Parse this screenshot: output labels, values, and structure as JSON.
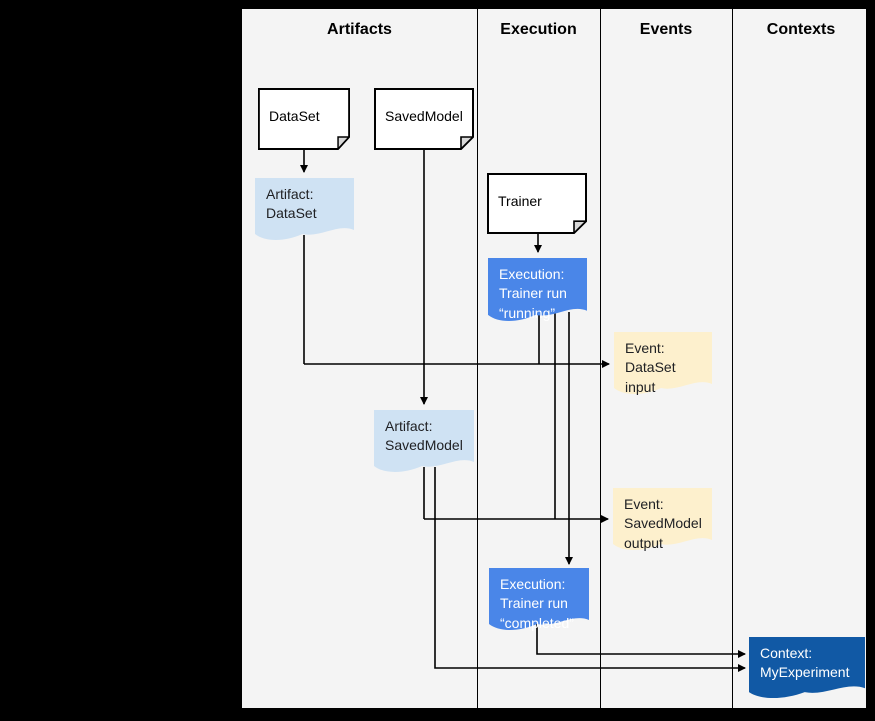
{
  "columns": [
    {
      "label": "Artifacts"
    },
    {
      "label": "Execution"
    },
    {
      "label": "Events"
    },
    {
      "label": "Contexts"
    }
  ],
  "nodes": {
    "dataset": {
      "label": "DataSet",
      "type": "document",
      "color": "#ffffff"
    },
    "savedmodel": {
      "label": "SavedModel",
      "type": "document",
      "color": "#ffffff"
    },
    "trainer": {
      "label": "Trainer",
      "type": "document",
      "color": "#ffffff"
    },
    "artifact_dataset": {
      "label": "Artifact:\nDataSet",
      "color": "#cfe2f3",
      "text_color": "#202124"
    },
    "execution_running": {
      "label": "Execution:\nTrainer run\n“running”",
      "color": "#4a86e8",
      "text_color": "#ffffff"
    },
    "event_dataset_input": {
      "label": "Event:\nDataSet input",
      "color": "#fdf0cd",
      "text_color": "#202124"
    },
    "artifact_savedmodel": {
      "label": "Artifact:\nSavedModel",
      "color": "#cfe2f3",
      "text_color": "#202124"
    },
    "event_savedmodel_output": {
      "label": "Event:\nSavedModel\noutput",
      "color": "#fdf0cd",
      "text_color": "#202124"
    },
    "execution_completed": {
      "label": "Execution:\nTrainer run\n“completed”",
      "color": "#4a86e8",
      "text_color": "#ffffff"
    },
    "context_myexperiment": {
      "label": "Context:\nMyExperiment",
      "color": "#1159a5",
      "text_color": "#ffffff"
    }
  },
  "style": {
    "canvas_background": "#f4f4f4",
    "page_background": "#000000",
    "line_color": "#000000"
  }
}
